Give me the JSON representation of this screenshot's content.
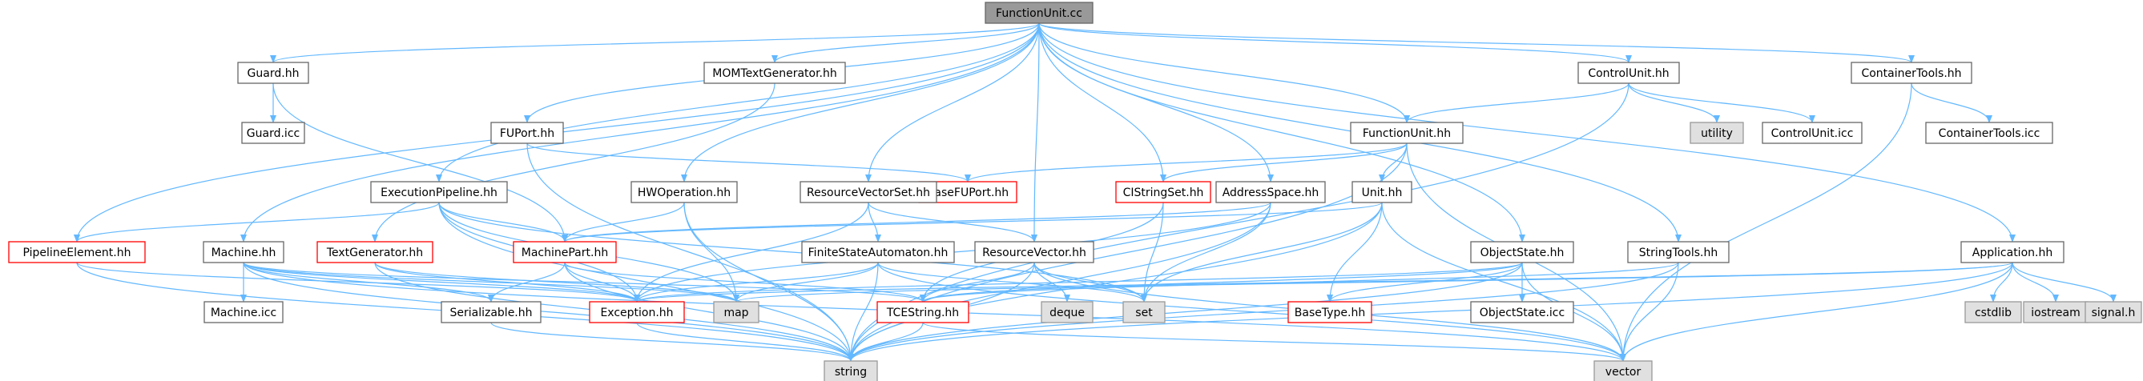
{
  "colors": {
    "edge": "#63b8ff",
    "edge_dark": "#404040",
    "node_border": "#666666",
    "node_fill": "#ffffff",
    "root_fill": "#999999",
    "root_border": "#666666",
    "missing_border": "#ff0000",
    "system_fill": "#e0e0e0",
    "system_border": "#999999",
    "text": "#000000"
  },
  "diagram": {
    "nodes": [
      {
        "id": "root",
        "label": "FunctionUnit.cc",
        "style": "root"
      },
      {
        "id": "guard",
        "label": "Guard.hh",
        "style": "normal"
      },
      {
        "id": "guardicc",
        "label": "Guard.icc",
        "style": "normal"
      },
      {
        "id": "momtext",
        "label": "MOMTextGenerator.hh",
        "style": "normal"
      },
      {
        "id": "fuport",
        "label": "FUPort.hh",
        "style": "normal"
      },
      {
        "id": "basefuport",
        "label": "BaseFUPort.hh",
        "style": "missing"
      },
      {
        "id": "execpipe",
        "label": "ExecutionPipeline.hh",
        "style": "normal"
      },
      {
        "id": "pipeelem",
        "label": "PipelineElement.hh",
        "style": "missing"
      },
      {
        "id": "machine",
        "label": "Machine.hh",
        "style": "normal"
      },
      {
        "id": "machineicc",
        "label": "Machine.icc",
        "style": "normal"
      },
      {
        "id": "textgen",
        "label": "TextGenerator.hh",
        "style": "missing"
      },
      {
        "id": "serializable",
        "label": "Serializable.hh",
        "style": "normal"
      },
      {
        "id": "exception",
        "label": "Exception.hh",
        "style": "missing"
      },
      {
        "id": "map",
        "label": "map",
        "style": "system"
      },
      {
        "id": "hwop",
        "label": "HWOperation.hh",
        "style": "normal"
      },
      {
        "id": "machinepart",
        "label": "MachinePart.hh",
        "style": "missing"
      },
      {
        "id": "string",
        "label": "string",
        "style": "system"
      },
      {
        "id": "rvset",
        "label": "ResourceVectorSet.hh",
        "style": "normal"
      },
      {
        "id": "fsa",
        "label": "FiniteStateAutomaton.hh",
        "style": "normal"
      },
      {
        "id": "rvec",
        "label": "ResourceVector.hh",
        "style": "normal"
      },
      {
        "id": "tcestring",
        "label": "TCEString.hh",
        "style": "missing"
      },
      {
        "id": "deque",
        "label": "deque",
        "style": "system"
      },
      {
        "id": "set",
        "label": "set",
        "style": "system"
      },
      {
        "id": "vector",
        "label": "vector",
        "style": "system"
      },
      {
        "id": "cistringset",
        "label": "CIStringSet.hh",
        "style": "missing"
      },
      {
        "id": "addrspace",
        "label": "AddressSpace.hh",
        "style": "normal"
      },
      {
        "id": "fuhh",
        "label": "FunctionUnit.hh",
        "style": "normal"
      },
      {
        "id": "unit",
        "label": "Unit.hh",
        "style": "normal"
      },
      {
        "id": "basetype",
        "label": "BaseType.hh",
        "style": "missing"
      },
      {
        "id": "objstate",
        "label": "ObjectState.hh",
        "style": "normal"
      },
      {
        "id": "objstateicc",
        "label": "ObjectState.icc",
        "style": "normal"
      },
      {
        "id": "strtools",
        "label": "StringTools.hh",
        "style": "normal"
      },
      {
        "id": "ctrlunit",
        "label": "ControlUnit.hh",
        "style": "normal"
      },
      {
        "id": "utility",
        "label": "utility",
        "style": "system"
      },
      {
        "id": "ctrlunititcc",
        "label": "ControlUnit.icc",
        "style": "normal"
      },
      {
        "id": "conttools",
        "label": "ContainerTools.hh",
        "style": "normal"
      },
      {
        "id": "conttoolsicc",
        "label": "ContainerTools.icc",
        "style": "normal"
      },
      {
        "id": "app",
        "label": "Application.hh",
        "style": "normal"
      },
      {
        "id": "cstdlib",
        "label": "cstdlib",
        "style": "system"
      },
      {
        "id": "iostream",
        "label": "iostream",
        "style": "system"
      },
      {
        "id": "signalh",
        "label": "signal.h",
        "style": "system"
      }
    ],
    "edges": [
      [
        "root",
        "guard"
      ],
      [
        "root",
        "momtext"
      ],
      [
        "root",
        "fuport"
      ],
      [
        "root",
        "execpipe"
      ],
      [
        "root",
        "pipeelem"
      ],
      [
        "root",
        "machine"
      ],
      [
        "root",
        "hwop"
      ],
      [
        "root",
        "rvset"
      ],
      [
        "root",
        "rvec"
      ],
      [
        "root",
        "cistringset"
      ],
      [
        "root",
        "addrspace"
      ],
      [
        "root",
        "fuhh"
      ],
      [
        "root",
        "objstate"
      ],
      [
        "root",
        "strtools"
      ],
      [
        "root",
        "ctrlunit"
      ],
      [
        "root",
        "conttools"
      ],
      [
        "root",
        "app"
      ],
      [
        "guard",
        "guardicc"
      ],
      [
        "guard",
        "machinepart"
      ],
      [
        "momtext",
        "textgen"
      ],
      [
        "fuport",
        "basefuport"
      ],
      [
        "fuport",
        "string"
      ],
      [
        "execpipe",
        "pipeelem"
      ],
      [
        "execpipe",
        "machinepart"
      ],
      [
        "execpipe",
        "exception"
      ],
      [
        "execpipe",
        "set"
      ],
      [
        "execpipe",
        "string"
      ],
      [
        "execpipe",
        "map"
      ],
      [
        "pipeelem",
        "exception"
      ],
      [
        "pipeelem",
        "string"
      ],
      [
        "machine",
        "machineicc"
      ],
      [
        "machine",
        "serializable"
      ],
      [
        "machine",
        "exception"
      ],
      [
        "machine",
        "map"
      ],
      [
        "machine",
        "string"
      ],
      [
        "machine",
        "vector"
      ],
      [
        "machine",
        "tcestring"
      ],
      [
        "textgen",
        "exception"
      ],
      [
        "textgen",
        "string"
      ],
      [
        "textgen",
        "map"
      ],
      [
        "hwop",
        "machinepart"
      ],
      [
        "hwop",
        "string"
      ],
      [
        "hwop",
        "map"
      ],
      [
        "machinepart",
        "exception"
      ],
      [
        "machinepart",
        "serializable"
      ],
      [
        "machinepart",
        "string"
      ],
      [
        "machinepart",
        "tcestring"
      ],
      [
        "rvset",
        "fsa"
      ],
      [
        "rvset",
        "rvec"
      ],
      [
        "rvset",
        "exception"
      ],
      [
        "fsa",
        "exception"
      ],
      [
        "fsa",
        "map"
      ],
      [
        "fsa",
        "string"
      ],
      [
        "fsa",
        "vector"
      ],
      [
        "fsa",
        "set"
      ],
      [
        "rvec",
        "deque"
      ],
      [
        "rvec",
        "set"
      ],
      [
        "rvec",
        "string"
      ],
      [
        "rvec",
        "tcestring"
      ],
      [
        "rvec",
        "vector"
      ],
      [
        "cistringset",
        "set"
      ],
      [
        "cistringset",
        "tcestring"
      ],
      [
        "addrspace",
        "machinepart"
      ],
      [
        "addrspace",
        "exception"
      ],
      [
        "addrspace",
        "set"
      ],
      [
        "addrspace",
        "string"
      ],
      [
        "fuhh",
        "basefuport"
      ],
      [
        "fuhh",
        "cistringset"
      ],
      [
        "fuhh",
        "unit"
      ],
      [
        "fuhh",
        "string"
      ],
      [
        "fuhh",
        "vector"
      ],
      [
        "unit",
        "machinepart"
      ],
      [
        "unit",
        "basetype"
      ],
      [
        "unit",
        "set"
      ],
      [
        "unit",
        "string"
      ],
      [
        "unit",
        "vector"
      ],
      [
        "objstate",
        "objstateicc"
      ],
      [
        "objstate",
        "basetype"
      ],
      [
        "objstate",
        "exception"
      ],
      [
        "objstate",
        "string"
      ],
      [
        "objstate",
        "vector"
      ],
      [
        "objstate",
        "tcestring"
      ],
      [
        "strtools",
        "tcestring"
      ],
      [
        "strtools",
        "string"
      ],
      [
        "strtools",
        "vector"
      ],
      [
        "ctrlunit",
        "fuhh"
      ],
      [
        "ctrlunit",
        "utility"
      ],
      [
        "ctrlunit",
        "ctrlunititcc"
      ],
      [
        "ctrlunit",
        "string"
      ],
      [
        "conttools",
        "conttoolsicc"
      ],
      [
        "conttools",
        "vector"
      ],
      [
        "app",
        "cstdlib"
      ],
      [
        "app",
        "iostream"
      ],
      [
        "app",
        "signalh"
      ],
      [
        "app",
        "map"
      ],
      [
        "app",
        "string"
      ],
      [
        "app",
        "vector"
      ],
      [
        "app",
        "exception"
      ],
      [
        "tcestring",
        "string"
      ],
      [
        "tcestring",
        "vector"
      ],
      [
        "exception",
        "string"
      ],
      [
        "serializable",
        "string"
      ]
    ]
  }
}
